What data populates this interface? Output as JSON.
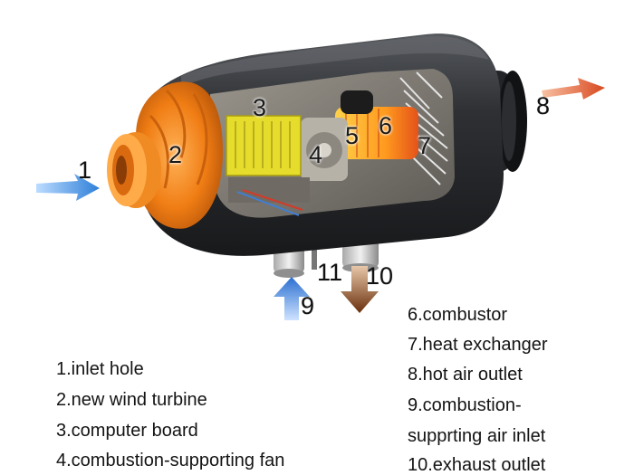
{
  "diagram": {
    "callouts": {
      "n1": "1",
      "n2": "2",
      "n3": "3",
      "n4": "4",
      "n5": "5",
      "n6": "6",
      "n7": "7",
      "n8": "8",
      "n9": "9",
      "n10": "10",
      "n11": "11"
    },
    "legend": [
      "1.inlet hole",
      "2.new wind turbine",
      "3.computer board",
      "4.combustion-supporting fan",
      "6.combustor",
      "7.heat exchanger",
      "8.hot air outlet",
      "9.combustion-",
      "supprting air inlet",
      "10.exhaust outlet"
    ],
    "colors": {
      "housing": "#2b2d30",
      "turbine": "#f07d14",
      "board": "#e8df2a",
      "combustor": "#ef7c1a",
      "inlet_arrow": "#3b8fe0",
      "outlet_arrow": "#e0582a",
      "exhaust_arrow": "#7a3810"
    }
  }
}
